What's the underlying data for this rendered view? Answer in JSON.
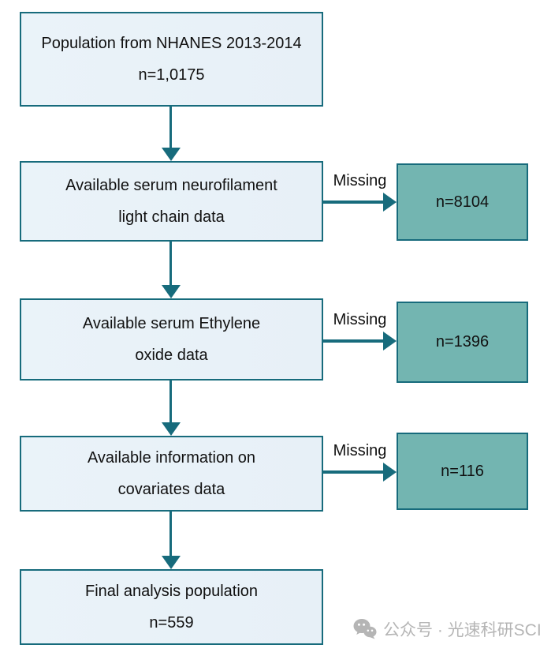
{
  "diagram": {
    "steps": [
      {
        "lines": [
          "Population from NHANES 2013-2014",
          "n=1,0175"
        ]
      },
      {
        "lines": [
          "Available serum neurofilament",
          "light chain data"
        ]
      },
      {
        "lines": [
          "Available serum Ethylene",
          "oxide data"
        ]
      },
      {
        "lines": [
          "Available information on",
          "covariates data"
        ]
      },
      {
        "lines": [
          "Final analysis population",
          "n=559"
        ]
      }
    ],
    "exclusions": [
      {
        "label": "Missing",
        "value": "n=8104"
      },
      {
        "label": "Missing",
        "value": "n=1396"
      },
      {
        "label": "Missing",
        "value": "n=116"
      }
    ],
    "colors": {
      "box_fill": "#e9f2f8",
      "box_border": "#176b7c",
      "exclusion_fill": "#73b5b1",
      "arrow": "#176b7c",
      "text": "#111111",
      "watermark": "#b5b5b5"
    }
  },
  "watermark": {
    "icon": "wechat-icon",
    "text": "公众号 · 光速科研SCI"
  }
}
